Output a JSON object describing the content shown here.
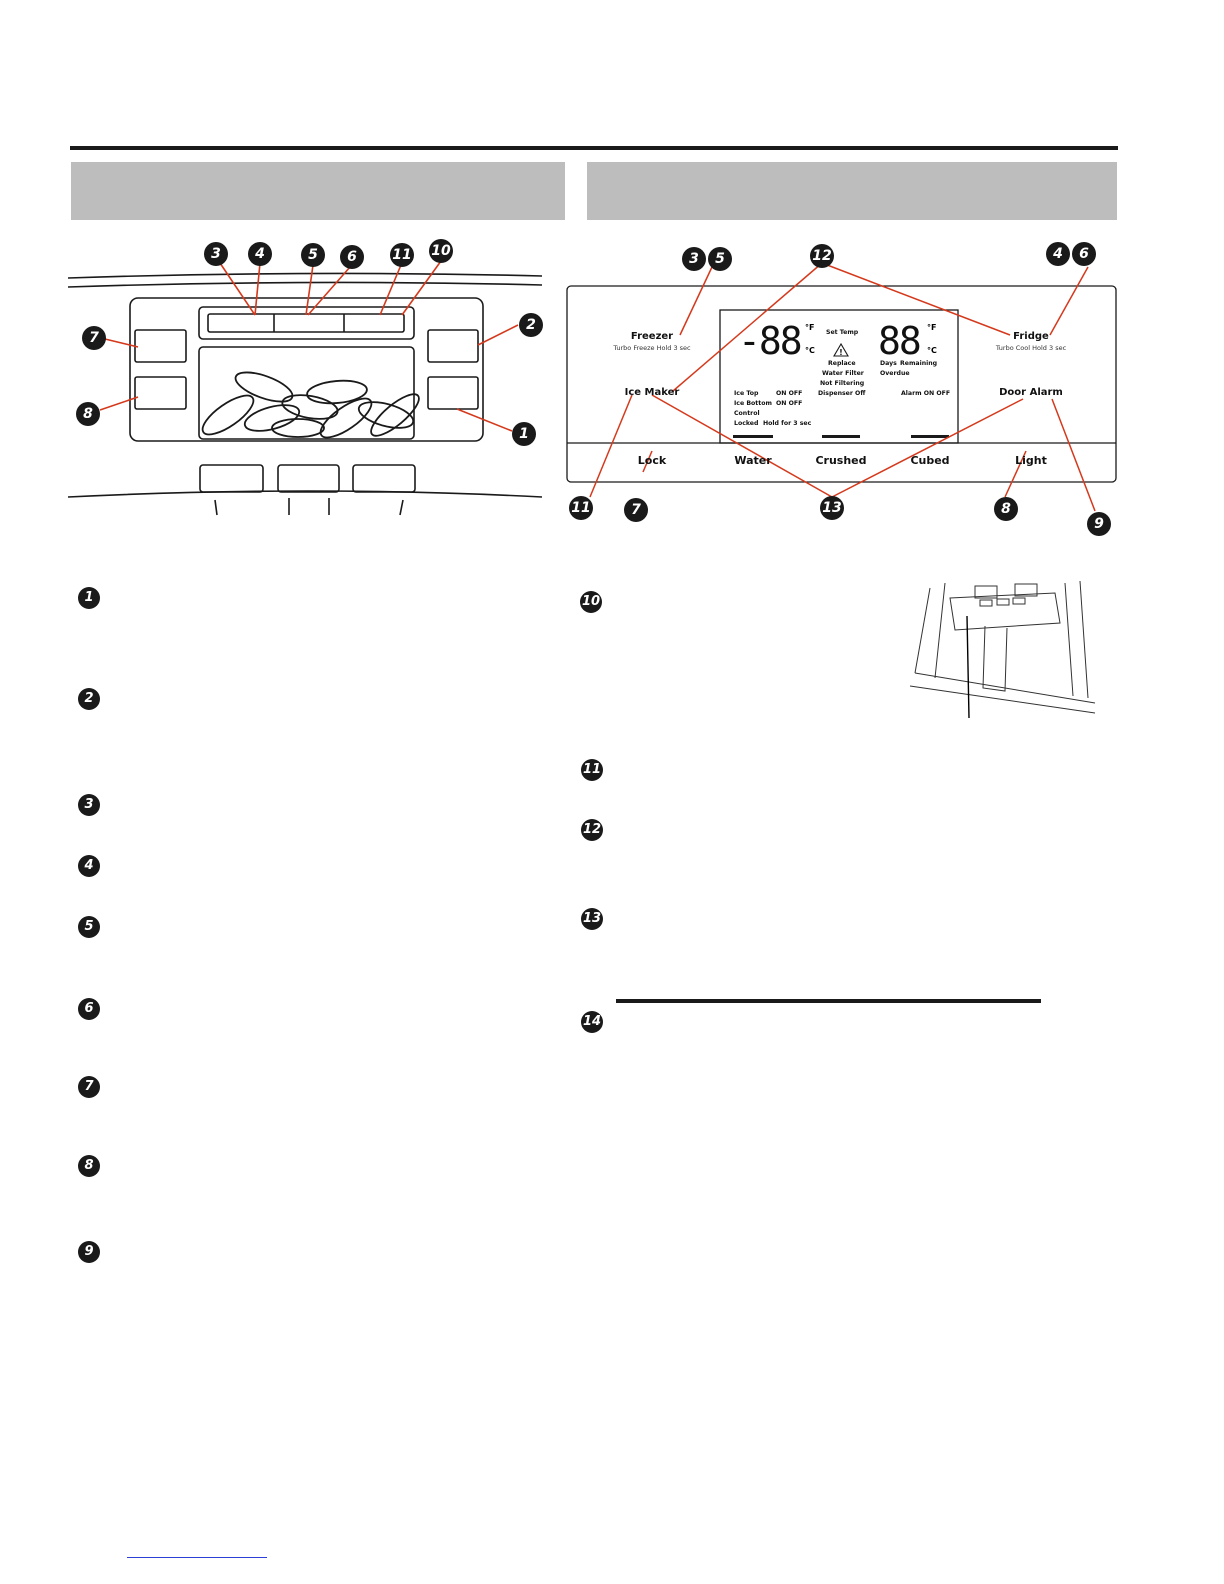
{
  "panel": {
    "freezer_label": "Freezer",
    "freezer_sub": "Turbo Freeze Hold 3 sec",
    "fridge_label": "Fridge",
    "fridge_sub": "Turbo Cool Hold 3 sec",
    "ice_maker_label": "Ice Maker",
    "door_alarm_label": "Door Alarm",
    "lock_label": "Lock",
    "water_label": "Water",
    "crushed_label": "Crushed",
    "cubed_label": "Cubed",
    "light_label": "Light"
  },
  "display": {
    "freezer_temp": "-88",
    "fridge_temp": "88",
    "unit_f": "°F",
    "unit_c": "°C",
    "set_temp": "Set Temp",
    "replace": "Replace",
    "water_filter": "Water Filter",
    "not_filtering": "Not Filtering",
    "dispenser_off": "Dispenser Off",
    "days": "Days",
    "remaining": "Remaining",
    "overdue": "Overdue",
    "ice_top": "Ice Top",
    "ice_top_state": "ON OFF",
    "ice_bottom": "Ice Bottom",
    "ice_bottom_state": "ON OFF",
    "control": "Control",
    "locked": "Locked",
    "hold": "Hold for 3 sec",
    "alarm": "Alarm ON OFF"
  },
  "callouts": {
    "left_top": [
      "3",
      "4",
      "5",
      "6",
      "11",
      "10"
    ],
    "left_side_left": [
      "7",
      "8"
    ],
    "left_side_right": [
      "2",
      "1"
    ],
    "right_top": [
      "3",
      "5",
      "12",
      "4",
      "6"
    ],
    "right_bottom": [
      "11",
      "7",
      "13",
      "8",
      "9"
    ]
  },
  "list_left": [
    "1",
    "2",
    "3",
    "4",
    "5",
    "6",
    "7",
    "8",
    "9"
  ],
  "list_right": [
    "10",
    "11",
    "12",
    "13",
    "14"
  ],
  "colors": {
    "callout_line": "#d5391c",
    "band": "#bdbdbd",
    "badge": "#1a1a1a"
  }
}
